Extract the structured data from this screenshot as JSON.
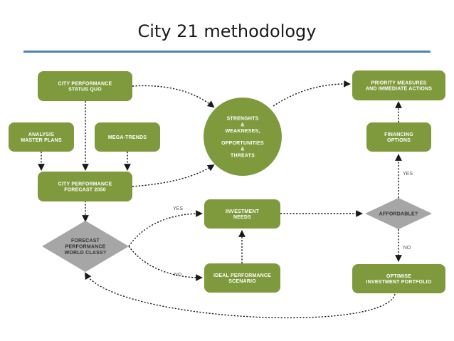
{
  "title": "City 21 methodology",
  "nodes": {
    "status_quo": [
      "CITY PERFORMANCE",
      "STATUS QUO"
    ],
    "analysis": [
      "ANALYSIS",
      "MASTER PLANS"
    ],
    "mega_trends": [
      "MEGA-TRENDS"
    ],
    "forecast_2050": [
      "CITY PERFORMANCE",
      "FORECAST 2050"
    ],
    "swot": [
      "STRENGHTS",
      "&",
      "WEAKNESES,",
      "",
      "OPPORTUNITIES",
      "&",
      "THREATS"
    ],
    "forecast_world_class": [
      "FORECAST",
      "PERFORMANCE",
      "WORLD CLASS?"
    ],
    "investment_needs": [
      "INVESTMENT",
      "NEEDS"
    ],
    "ideal_scenario": [
      "IDEAL PERFORMANCE",
      "SCENARIO"
    ],
    "affordable": [
      "AFFORDABLE?"
    ],
    "priority": [
      "PRIORITY MEASURES",
      "AND IMMEDIATE ACTIONS"
    ],
    "financing": [
      "FINANCING",
      "OPTIONS"
    ],
    "optimise": [
      "OPTIMISE",
      "INVESTMENT PORTFOLIO"
    ]
  },
  "edges": {
    "yes_to_investment": "YES",
    "no_to_ideal": "NO",
    "yes_to_financing": "YES",
    "no_to_optimise": "NO"
  },
  "colors": {
    "box": "#7f9a3d",
    "diamond": "#a6a6a6",
    "rule": "#4f81bd"
  }
}
